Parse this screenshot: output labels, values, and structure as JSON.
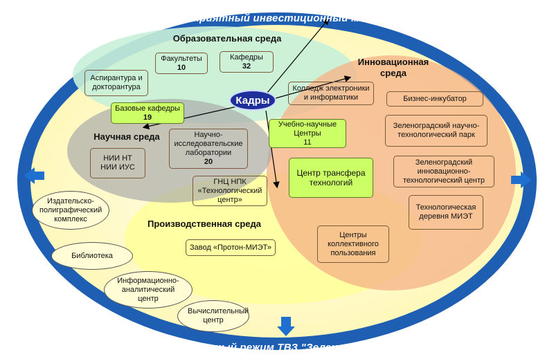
{
  "ribbons": {
    "top": "Благоприятный инвестиционный климат",
    "bottom": "Льготный режим ТВЗ \"Зеленоград\""
  },
  "center": "Кадры",
  "zones": {
    "education": {
      "title": "Образовательная среда",
      "faculties": {
        "label": "Факультеты",
        "value": "10"
      },
      "departments": {
        "label": "Кафедры",
        "value": "32"
      },
      "postgrad": "Аспирантура и докторантура",
      "base_departments": {
        "label": "Базовые кафедры",
        "value": "19"
      }
    },
    "innovation": {
      "title": "Инновационная среда",
      "college": "Колледж электроники и информатики",
      "incubator": "Бизнес-инкубатор",
      "tech_park": "Зеленоградский научно-технологический парк",
      "innov_center": "Зеленоградский инновационно-технологический центр",
      "tech_village": "Технологическая деревня МИЭТ",
      "shared_centers": "Центры коллективного пользования"
    },
    "science": {
      "title": "Научная среда",
      "institutes": "НИИ НТ НИИ ИУС",
      "labs": {
        "label": "Научно-исследовательские лаборатории",
        "value": "20"
      },
      "gnc": "ГНЦ НПК «Технологический центр»"
    },
    "edu_sci_centers": {
      "label": "Учебно-научные Центры",
      "value": "11"
    },
    "transfer_center": "Центр трансфера технологий",
    "production": {
      "title": "Производственная среда",
      "plant": "Завод «Протон-МИЭТ»"
    }
  },
  "outer": {
    "publishing": "Издательско-полиграфический комплекс",
    "library": "Библиотека",
    "info_center": "Информационно-аналитический центр",
    "computing": "Вычислительный центр"
  },
  "colors": {
    "outer_border": "#1e5fb4",
    "outer_fill": "#fffcc8",
    "education": "#c8f0d8",
    "innovation": "#f6b488",
    "science": "#a8a8a8",
    "production": "#ffff9a",
    "highlight": "#ccff66",
    "center": "#1f2f9a"
  }
}
